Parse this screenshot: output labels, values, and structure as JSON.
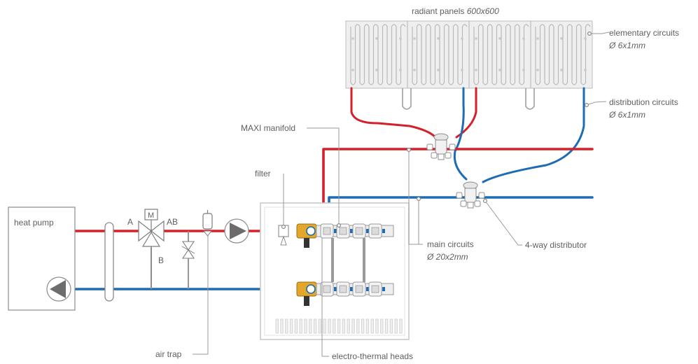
{
  "labels": {
    "radiant_panels": "radiant panels",
    "radiant_panels_size": "600x600",
    "elementary_circuits": "elementary circuits",
    "elementary_circuits_dim": "Ø 6x1mm",
    "distribution_circuits": "distribution circuits",
    "distribution_circuits_dim": "Ø 6x1mm",
    "maxi_manifold": "MAXI manifold",
    "filter": "filter",
    "heat_pump": "heat pump",
    "valve_a": "A",
    "valve_m": "M",
    "valve_ab": "AB",
    "valve_b": "B",
    "main_circuits": "main circuits",
    "main_circuits_dim": "Ø 20x2mm",
    "four_way_distributor": "4-way distributor",
    "air_trap": "air trap",
    "electro_thermal_heads": "electro-thermal heads"
  },
  "colors": {
    "flow": "#d5202b",
    "return": "#1e6cb4",
    "equipment": "#8c8c8c",
    "text": "#5f5f5f"
  },
  "icons": [
    "pump-icon",
    "three-way-valve-icon",
    "air-trap-icon",
    "filter-icon",
    "distributor-icon"
  ]
}
